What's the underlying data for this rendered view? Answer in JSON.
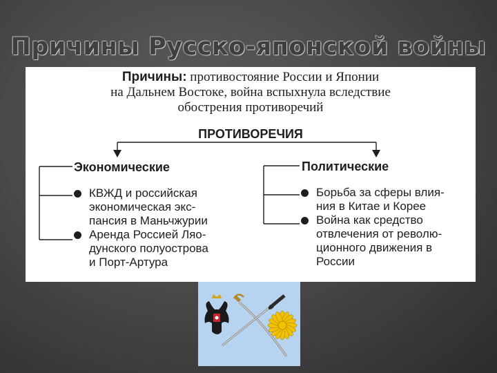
{
  "title": "Причины Русско-японской войны",
  "cause": {
    "label": "Причины:",
    "line1": "противостояние России и Японии",
    "line2": "на Дальнем Востоке, война вспыхнула вследствие",
    "line3": "обострения противоречий"
  },
  "contradictions_heading": "ПРОТИВОРЕЧИЯ",
  "economic": {
    "heading": "Экономические",
    "items": [
      {
        "lines": [
          "КВЖД и российская",
          "экономическая экс-",
          "пансия в Маньчжурии"
        ]
      },
      {
        "lines": [
          "Аренда Россией Ляо-",
          "дунского полуострова",
          "и Порт-Артура"
        ]
      }
    ]
  },
  "political": {
    "heading": "Политические",
    "items": [
      {
        "lines": [
          "Борьба за сферы влия-",
          "ния в Китае и Корее"
        ]
      },
      {
        "lines": [
          "Война как средство",
          "отвлечения от револю-",
          "ционного движения в",
          "России"
        ]
      }
    ]
  },
  "emblem": {
    "left_symbol": "double-headed-eagle-icon",
    "right_symbol": "chrysanthemum-icon",
    "background": "#b6d3ef"
  },
  "colors": {
    "slide_bg": "#4a4a4a",
    "panel_bg": "#ffffff",
    "text": "#1e1e1e",
    "chrysanthemum": "#f2c200"
  }
}
